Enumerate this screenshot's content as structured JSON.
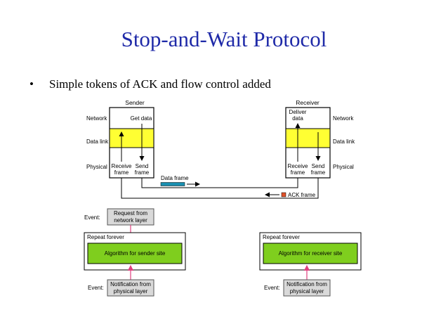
{
  "title": "Stop-and-Wait Protocol",
  "bullet": {
    "symbol": "•",
    "text": "Simple tokens of ACK and flow control added"
  },
  "sender": {
    "heading": "Sender",
    "layer_network": "Network",
    "layer_datalink": "Data link",
    "layer_physical": "Physical",
    "get_data": "Get data",
    "receive_l1": "Receive",
    "receive_l2": "frame",
    "send_l1": "Send",
    "send_l2": "frame"
  },
  "receiver": {
    "heading": "Receiver",
    "layer_network": "Network",
    "layer_datalink": "Data link",
    "layer_physical": "Physical",
    "deliver_l1": "Deliver",
    "deliver_l2": "data",
    "receive_l1": "Receive",
    "receive_l2": "frame",
    "send_l1": "Send",
    "send_l2": "frame"
  },
  "links": {
    "data_frame": "Data frame",
    "ack_frame": "ACK frame"
  },
  "sender_flow": {
    "event1_label": "Event:",
    "event1_l1": "Request from",
    "event1_l2": "network layer",
    "repeat": "Repeat forever",
    "algorithm": "Algorithm for sender site",
    "event2_label": "Event:",
    "event2_l1": "Notification from",
    "event2_l2": "physical layer"
  },
  "receiver_flow": {
    "repeat": "Repeat forever",
    "algorithm": "Algorithm for receiver site",
    "event2_label": "Event:",
    "event2_l1": "Notification from",
    "event2_l2": "physical layer"
  },
  "colors": {
    "title": "#1f2aa8",
    "datalink_fill": "#ffff33",
    "algorithm_fill": "#7fce1e",
    "event_fill": "#d9d9d9",
    "data_frame_fill": "#1a8fb0",
    "ack_frame_fill": "#e0522a",
    "event_arrow": "#e0407f"
  }
}
